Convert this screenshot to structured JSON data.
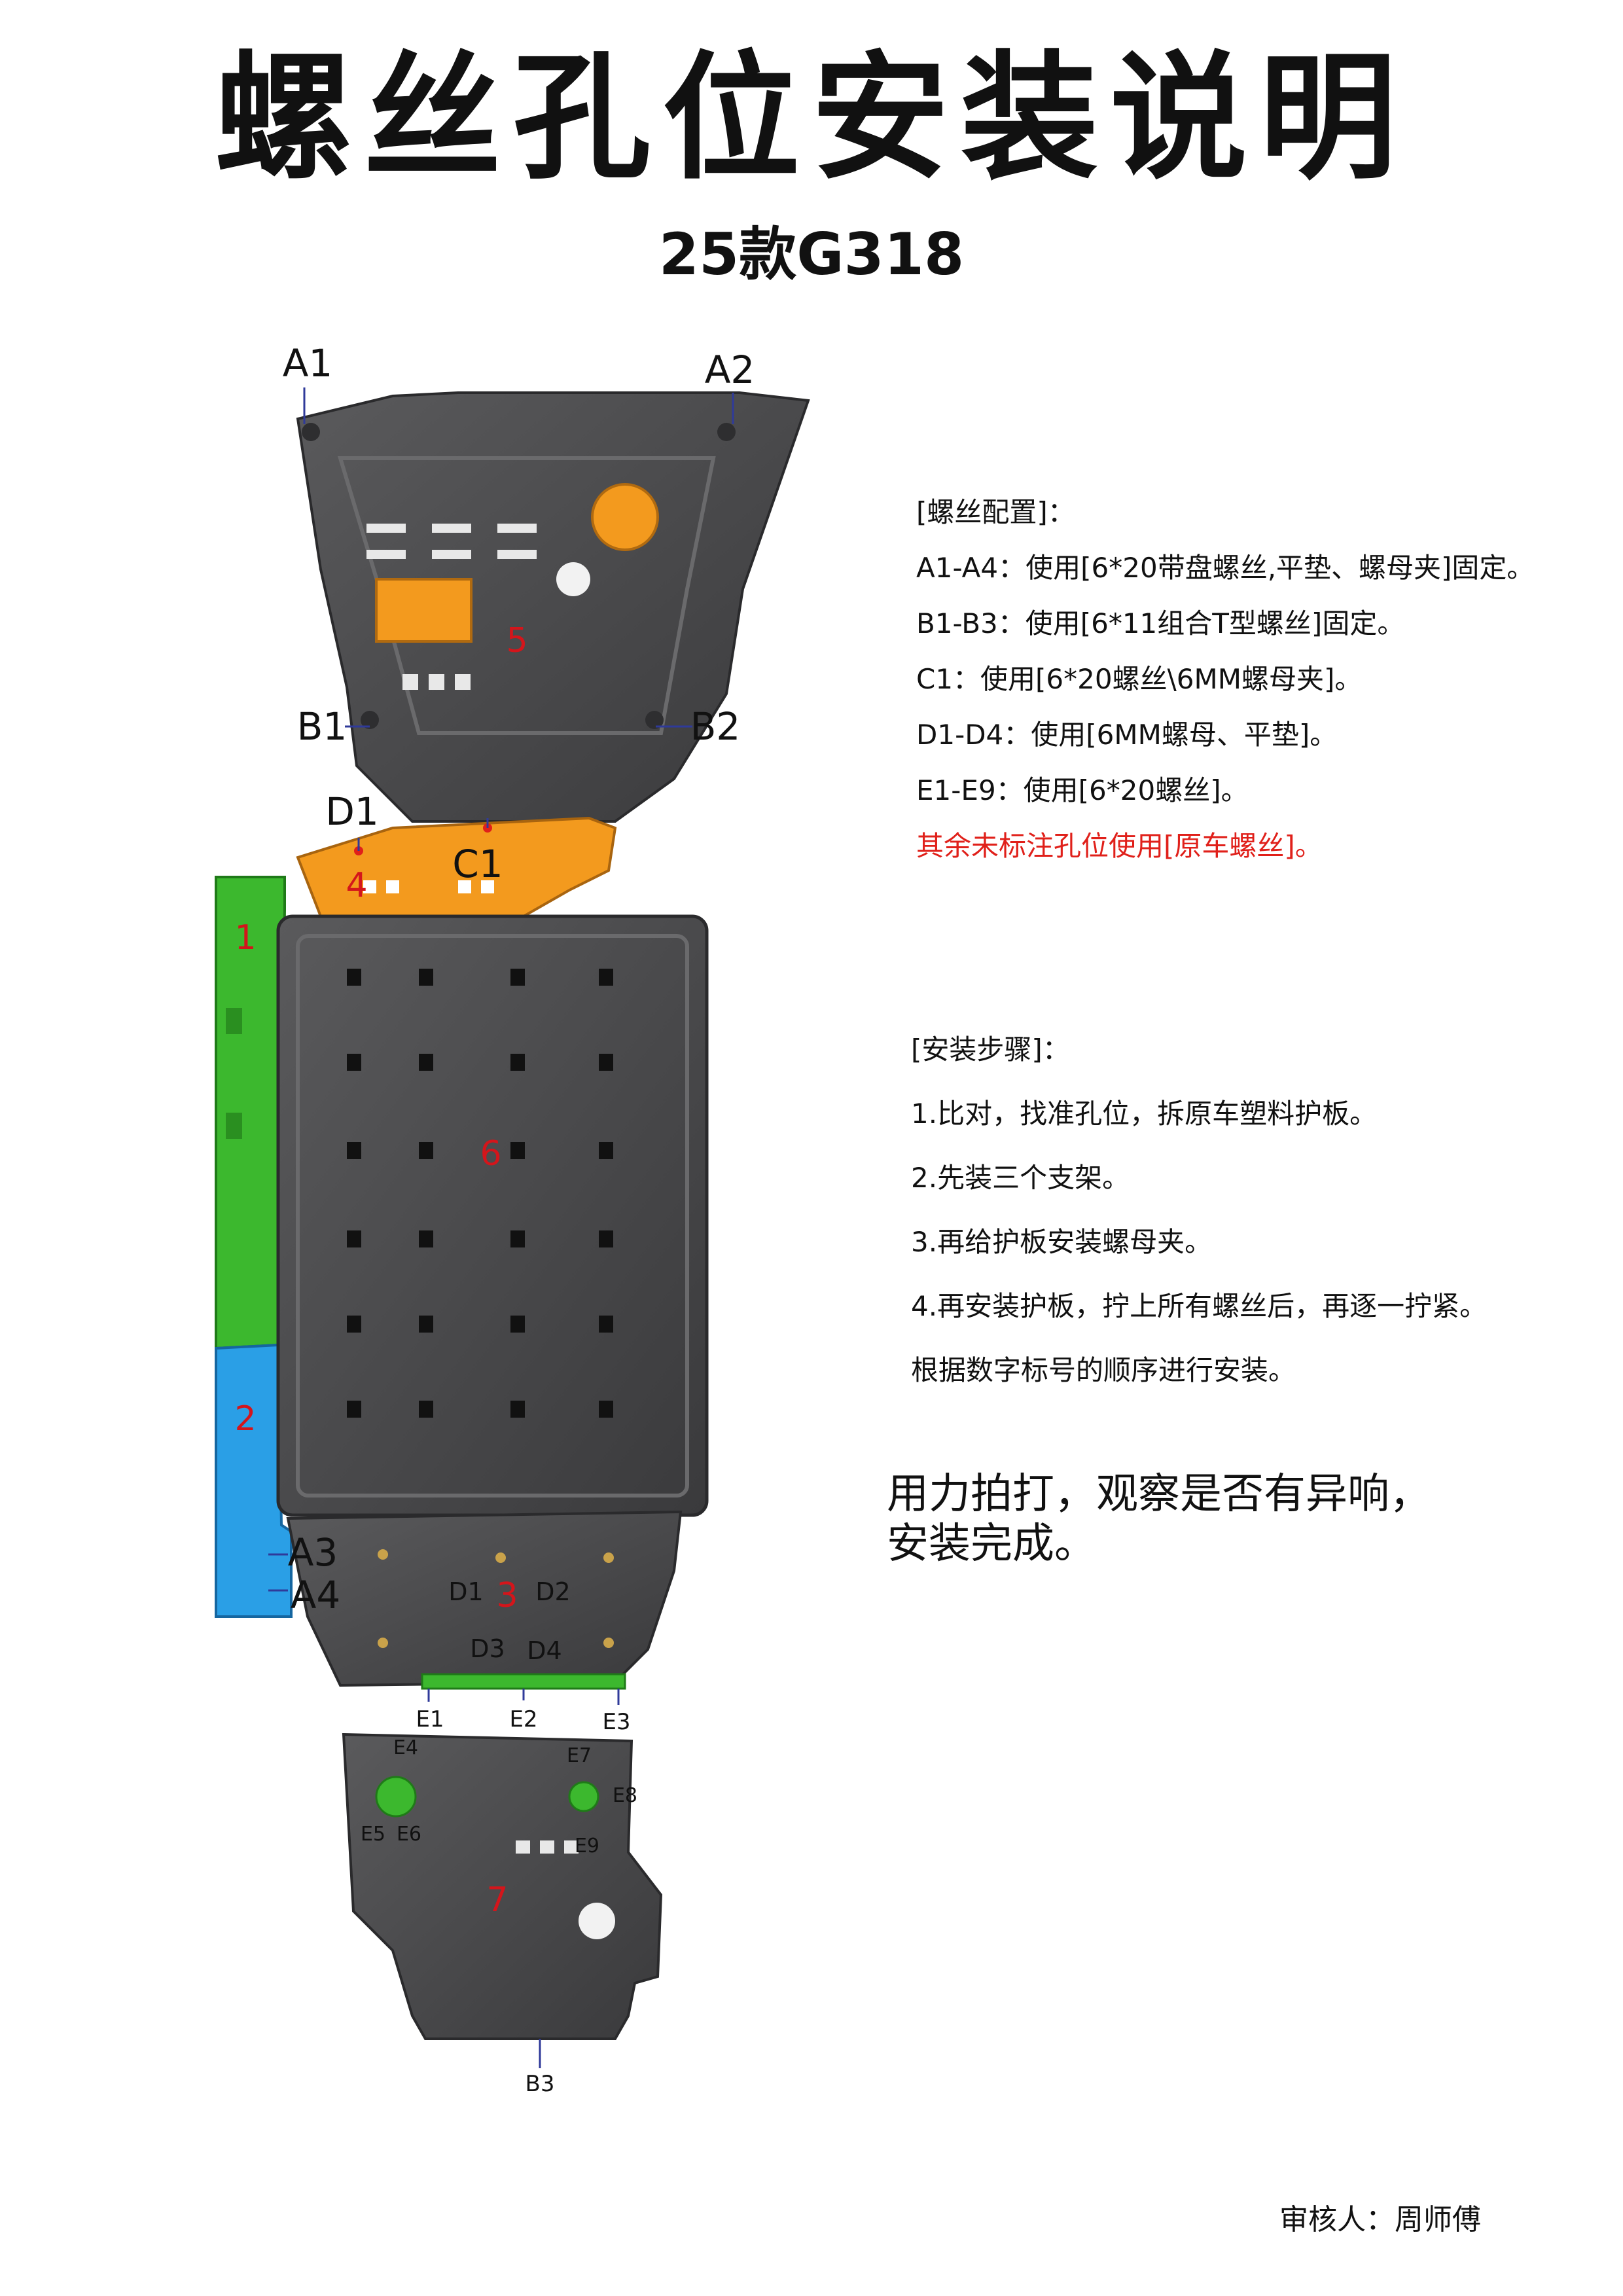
{
  "document": {
    "title": "螺丝孔位安装说明",
    "subtitle": "25款G318"
  },
  "screw_config": {
    "heading": "[螺丝配置]：",
    "lines": [
      "A1-A4：使用[6*20带盘螺丝,平垫、螺母夹]固定。",
      "B1-B3：使用[6*11组合T型螺丝]固定。",
      "C1：使用[6*20螺丝\\6MM螺母夹]。",
      "D1-D4：使用[6MM螺母、平垫]。",
      "E1-E9：使用[6*20螺丝]。"
    ],
    "warning": "其余未标注孔位使用[原车螺丝]。"
  },
  "install_steps": {
    "heading": "[安装步骤]：",
    "lines": [
      "1.比对，找准孔位，拆原车塑料护板。",
      "2.先装三个支架。",
      "3.再给护板安装螺母夹。",
      "4.再安装护板，拧上所有螺丝后，再逐一拧紧。",
      "根据数字标号的顺序进行安装。"
    ]
  },
  "finish_note": {
    "line1": "用力拍打，观察是否有异响，",
    "line2": "安装完成。"
  },
  "reviewer": "审核人：周师傅",
  "diagram": {
    "hole_labels": {
      "A1": "A1",
      "A2": "A2",
      "A3": "A3",
      "A4": "A4",
      "B1": "B1",
      "B2": "B2",
      "B3": "B3",
      "C1": "C1",
      "D1_top": "D1",
      "D1": "D1",
      "D2": "D2",
      "D3": "D3",
      "D4": "D4",
      "E1": "E1",
      "E2": "E2",
      "E3": "E3",
      "E4": "E4",
      "E5": "E5",
      "E6": "E6",
      "E7": "E7",
      "E8": "E8",
      "E9": "E9"
    },
    "part_numbers": [
      "1",
      "2",
      "3",
      "4",
      "5",
      "6",
      "7"
    ],
    "part_colors": {
      "plate_dark": "#4a4a4c",
      "orange": "#f39a1e",
      "green": "#3cb82e",
      "blue": "#2a9fe6",
      "number_red": "#d4151b"
    }
  }
}
